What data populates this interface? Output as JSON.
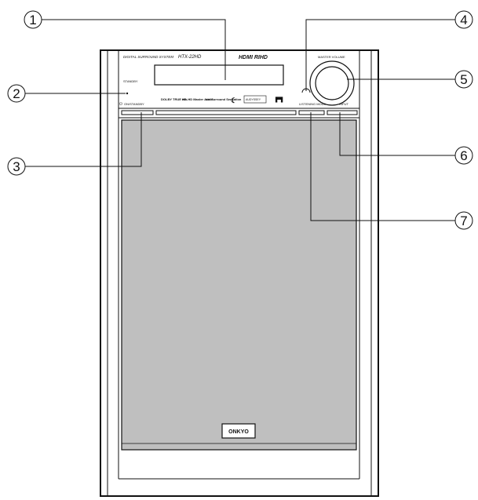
{
  "device": {
    "system_label": "DIGITAL SURROUND SYSTEM",
    "model": "HTX-22HD",
    "hdmi_logo": "HDMI RIHD",
    "standby_label": "STANDBY",
    "power_label": "ON/STANDBY",
    "volume_label": "MASTER VOLUME",
    "listening_mode_label": "LISTENING MODE",
    "input_label": "INPUT",
    "brand": "ONKYO",
    "logos": {
      "dolby": "DOLBY TRUE HD",
      "dts_hd_ma": "dts-HD Master Audio",
      "dts_surround": "dts Surround Sensation",
      "audyssey": "AUDYSSEY"
    }
  },
  "callouts": [
    "1",
    "2",
    "3",
    "4",
    "5",
    "6",
    "7"
  ]
}
